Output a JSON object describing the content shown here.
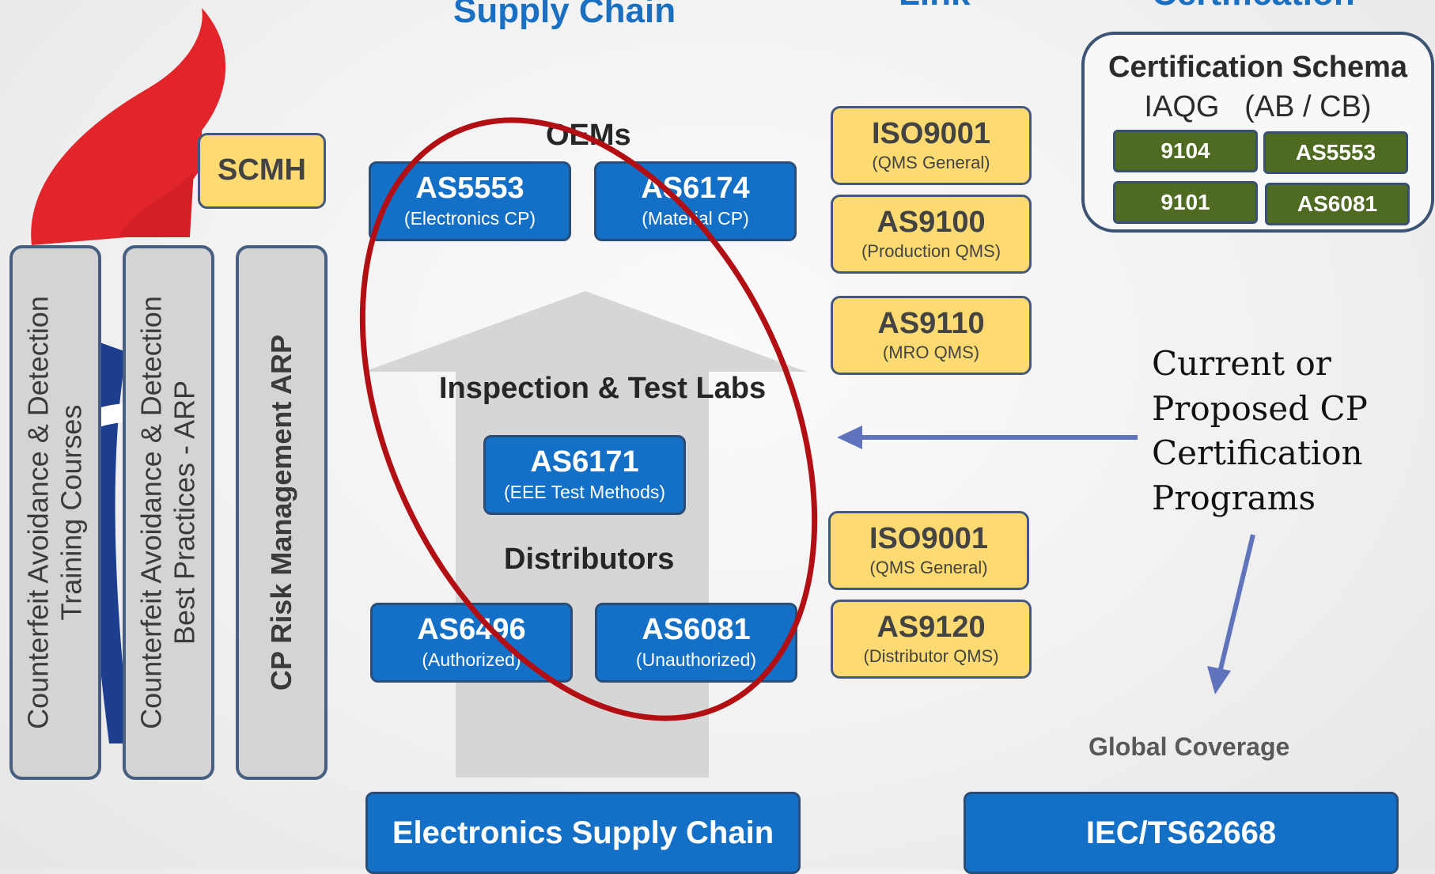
{
  "headings": {
    "supply_chain": "Supply Chain",
    "link": "Link",
    "certification": "Certification"
  },
  "scmh": "SCMH",
  "vertical_bars": [
    {
      "line1": "Counterfeit Avoidance & Detection",
      "line2": "Training Courses"
    },
    {
      "line1": "Counterfeit Avoidance & Detection",
      "line2": "Best Practices - ARP"
    },
    {
      "line1": "CP Risk Management ARP"
    }
  ],
  "supply_chain": {
    "oems_label": "OEMs",
    "oem_boxes": [
      {
        "title": "AS5553",
        "subtitle": "(Electronics CP)"
      },
      {
        "title": "AS6174",
        "subtitle": "(Material CP)"
      }
    ],
    "labs_label": "Inspection & Test Labs",
    "lab_box": {
      "title": "AS6171",
      "subtitle": "(EEE Test Methods)"
    },
    "distributors_label": "Distributors",
    "distributor_boxes": [
      {
        "title": "AS6496",
        "subtitle": "(Authorized)"
      },
      {
        "title": "AS6081",
        "subtitle": "(Unauthorized)"
      }
    ],
    "bottom_box": "Electronics Supply Chain"
  },
  "link": {
    "boxes": [
      {
        "title": "ISO9001",
        "subtitle": "(QMS General)"
      },
      {
        "title": "AS9100",
        "subtitle": "(Production QMS)"
      },
      {
        "title": "AS9110",
        "subtitle": "(MRO QMS)"
      },
      {
        "title": "ISO9001",
        "subtitle": "(QMS General)"
      },
      {
        "title": "AS9120",
        "subtitle": "(Distributor QMS)"
      }
    ]
  },
  "certification": {
    "schema_title": "Certification Schema",
    "schema_subtitle": "IAQG   (AB / CB)",
    "schema_items": [
      "9104",
      "AS5553",
      "9101",
      "AS6081"
    ],
    "callout": [
      "Current or",
      "Proposed CP",
      "Certification",
      "Programs"
    ],
    "global_coverage": "Global Coverage",
    "bottom_box": "IEC/TS62668"
  },
  "colors": {
    "blue_box": "#1370c6",
    "yellow_box": "#fedb72",
    "green_box": "#4f6b21",
    "red_oval": "#b10f14",
    "arrow": "#5f74bc",
    "heading": "#1a6fc0"
  }
}
